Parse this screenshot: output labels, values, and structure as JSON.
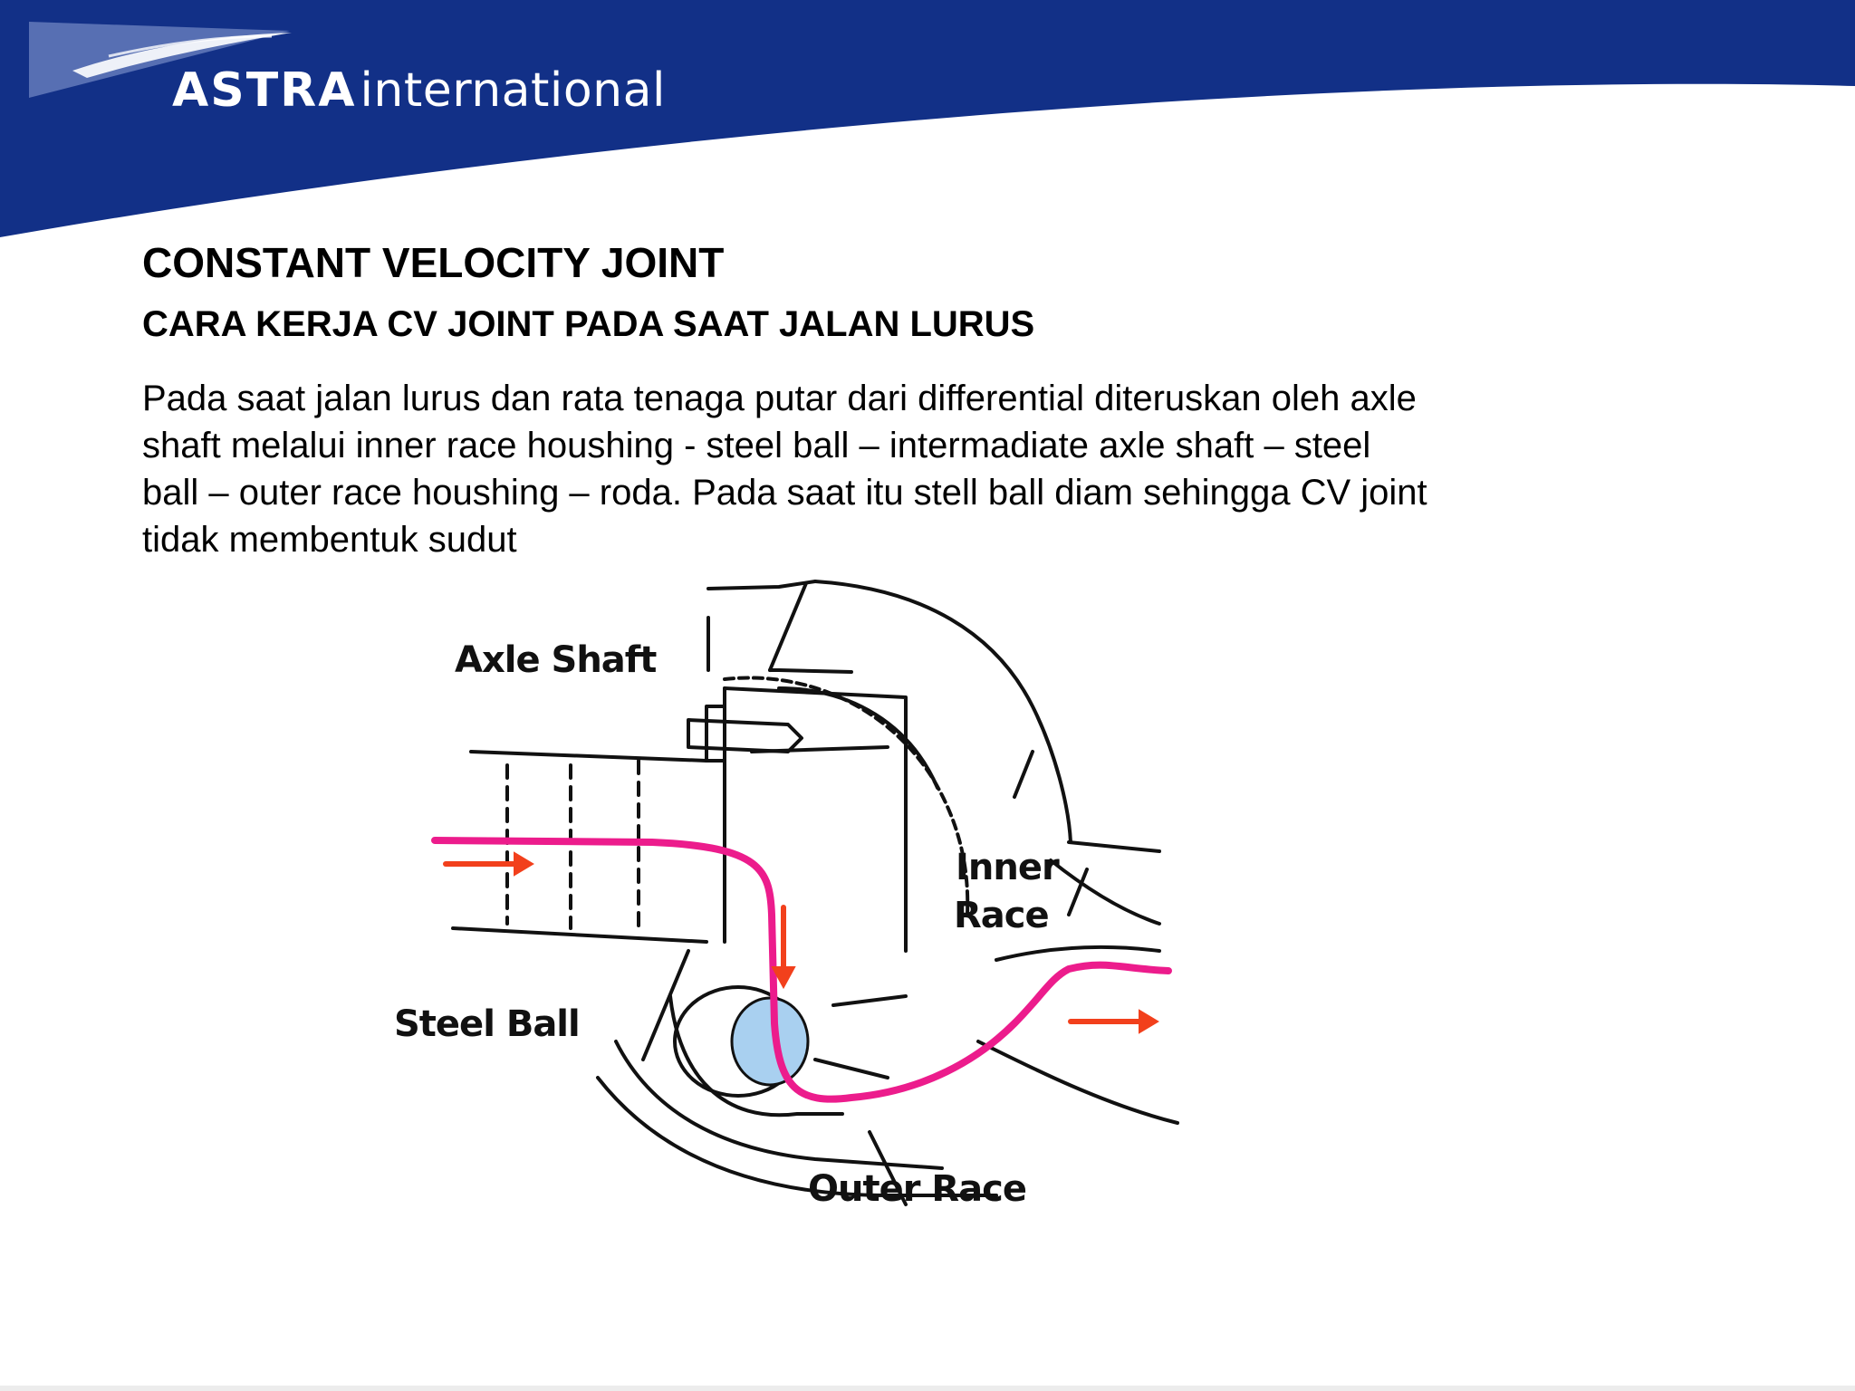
{
  "header": {
    "logo_brand": "ASTRA",
    "logo_sub": "international",
    "colors": {
      "banner": "#123087",
      "logo_swoosh": "#b9c4e4",
      "text_white": "#ffffff"
    }
  },
  "slide": {
    "title": "CONSTANT VELOCITY JOINT",
    "subtitle": "CARA KERJA CV JOINT PADA SAAT JALAN LURUS",
    "body": "Pada saat jalan lurus dan rata tenaga putar dari differential diteruskan oleh axle\nshaft melalui inner race houshing -  steel ball – intermadiate axle shaft – steel\nball – outer race houshing – roda. Pada saat itu stell ball diam sehingga CV joint\ntidak membentuk sudut"
  },
  "diagram": {
    "labels": {
      "axle_shaft": "Axle Shaft",
      "inner_race_1": "Inner",
      "inner_race_2": "Race",
      "steel_ball": "Steel Ball",
      "outer_race": "Outer Race"
    },
    "colors": {
      "power_path": "#ec1c8c",
      "arrow": "#f2401c",
      "steel_ball_fill": "#a9d0f0",
      "line_art": "#111111"
    }
  }
}
